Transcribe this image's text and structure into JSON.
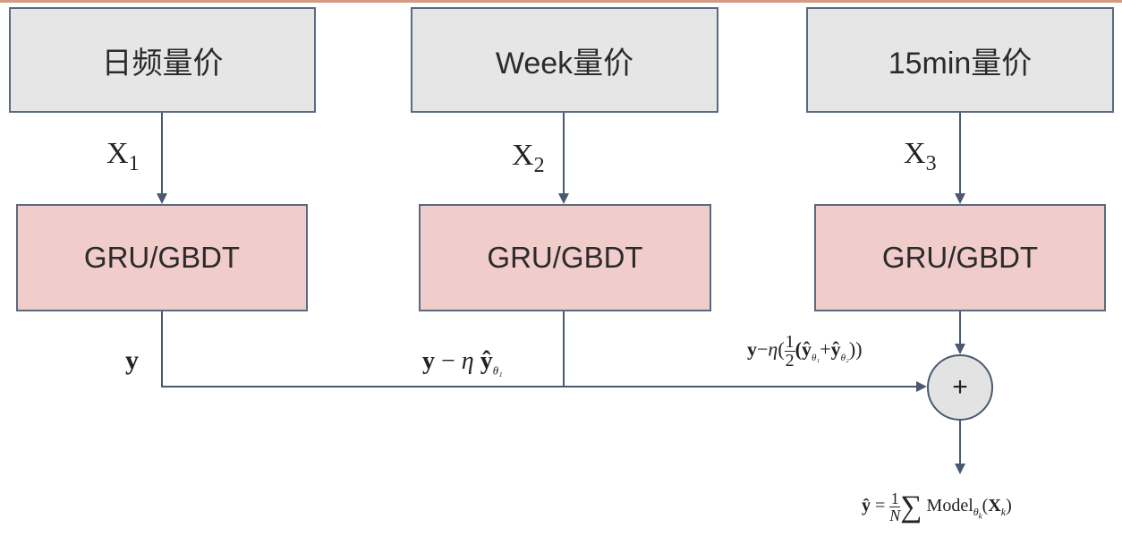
{
  "sources": [
    {
      "label": "日频量价"
    },
    {
      "label": "Week量价"
    },
    {
      "label": "15min量价"
    }
  ],
  "inputs": [
    {
      "symbol": "X",
      "index": "1"
    },
    {
      "symbol": "X",
      "index": "2"
    },
    {
      "symbol": "X",
      "index": "3"
    }
  ],
  "models": [
    {
      "label": "GRU/GBDT"
    },
    {
      "label": "GRU/GBDT"
    },
    {
      "label": "GRU/GBDT"
    }
  ],
  "residuals": {
    "r1": "y",
    "r2": {
      "y": "y",
      "minus": "−",
      "eta": "η",
      "yhat": "ŷ",
      "sub": "θ₁"
    },
    "r3": {
      "y": "y",
      "minus": "−",
      "eta": "η",
      "open": "(",
      "num": "1",
      "den": "2",
      "yhat1": "(ŷ",
      "sub1": "θ₁",
      "plus": "+",
      "yhat2": "ŷ",
      "sub2": "θ₂",
      "close": "))"
    }
  },
  "combiner": {
    "symbol": "+"
  },
  "output": {
    "yhat": "ŷ",
    "eq": "=",
    "num": "1",
    "den": "N",
    "sum": "∑",
    "model": "Model",
    "sub": "θ",
    "subk": "k",
    "arg_open": "(",
    "arg": "X",
    "argk": "k",
    "arg_close": ")"
  },
  "colors": {
    "line": "#4a5870",
    "source_fill": "#e6e6e6",
    "model_fill": "#f0cccb",
    "rule": "#d39b83"
  }
}
